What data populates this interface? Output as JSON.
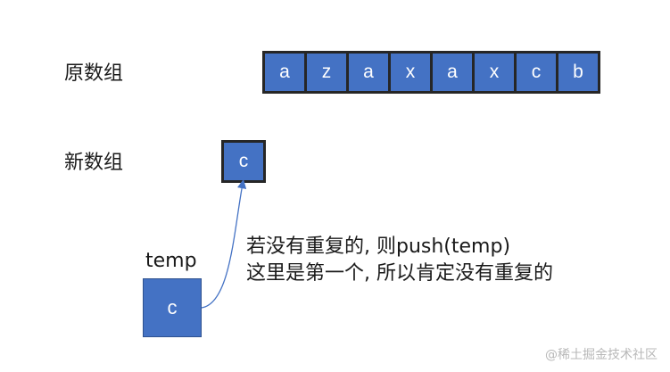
{
  "labels": {
    "original_array": "原数组",
    "new_array": "新数组",
    "temp": "temp"
  },
  "original_array": [
    "a",
    "z",
    "a",
    "x",
    "a",
    "x",
    "c",
    "b"
  ],
  "new_array": [
    "c"
  ],
  "temp_value": "c",
  "note": {
    "line1": "若没有重复的, 则push(temp)",
    "line2": "这里是第一个, 所以肯定没有重复的"
  },
  "watermark": "@稀土掘金技术社区",
  "colors": {
    "cell_fill": "#4472c4",
    "cell_border": "#262626",
    "arrow": "#4472c4"
  }
}
